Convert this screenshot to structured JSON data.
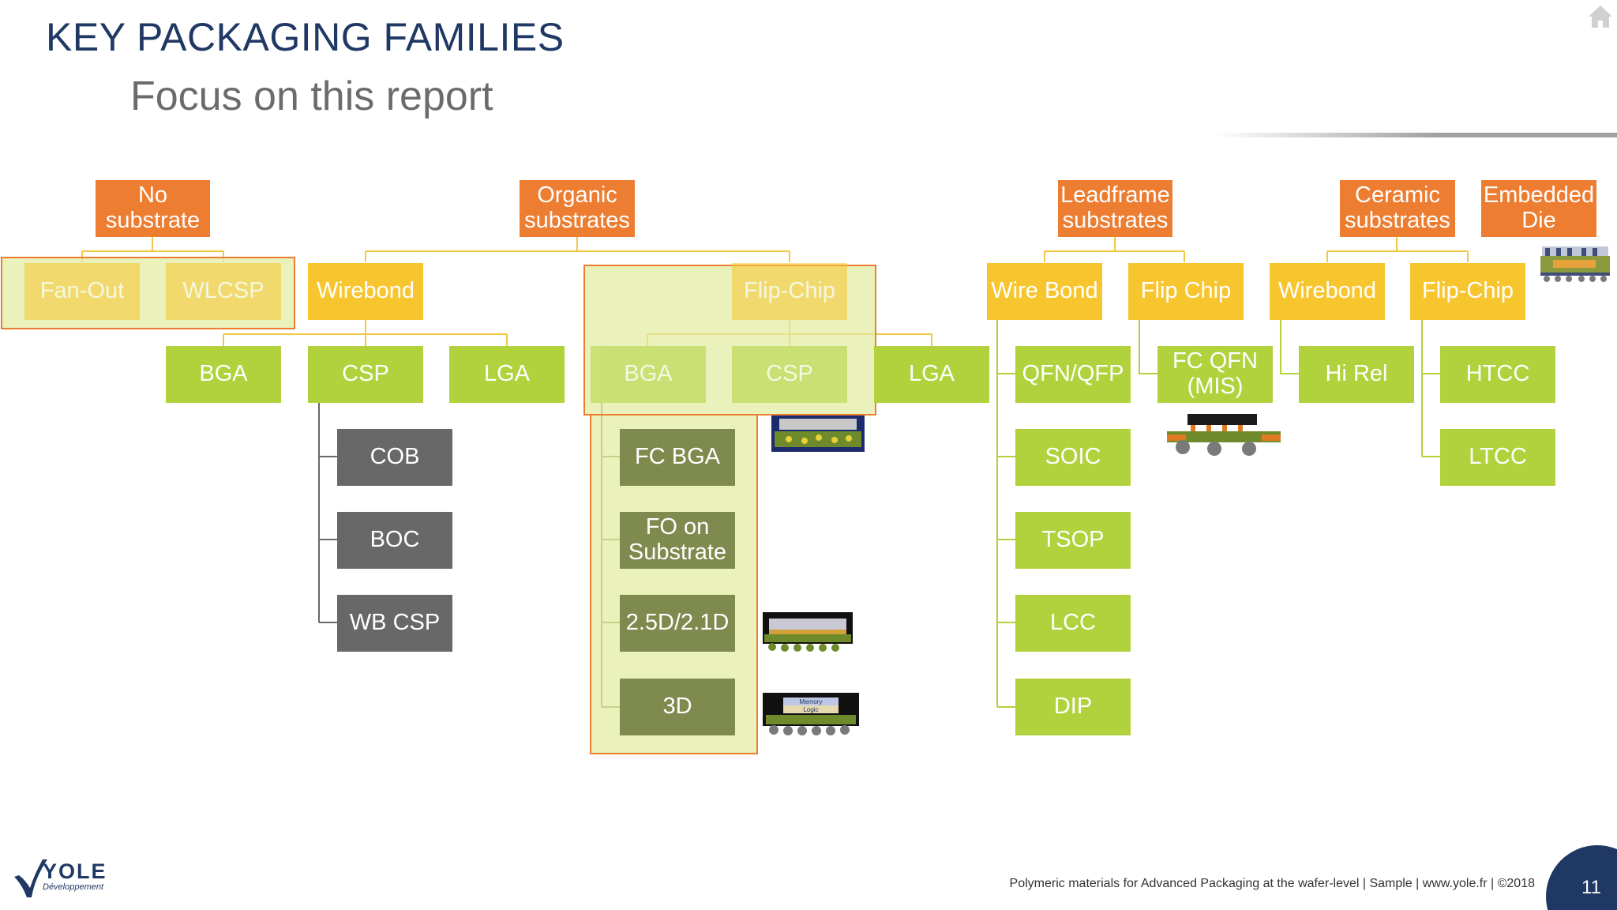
{
  "slide": {
    "title": "KEY PACKAGING FAMILIES",
    "subtitle": "Focus on this report",
    "footer": "Polymeric materials for Advanced Packaging at the wafer-level | Sample | www.yole.fr | ©2018",
    "page_number": "11",
    "logo": {
      "name": "YOLE",
      "tagline": "Développement"
    },
    "colors": {
      "title": "#1f3864",
      "category": "#ed7d31",
      "level1": "#f7c62f",
      "level2": "#b1d23c",
      "organic_leaf": "#7f8a4e",
      "wirebond_leaf": "#686868",
      "focus_fill": "#e2eca0",
      "connector": "#f2c744"
    }
  },
  "diagram": {
    "categories": {
      "no_substrate": "No substrate",
      "organic": "Organic substrates",
      "leadframe": "Leadframe substrates",
      "ceramic": "Ceramic substrates",
      "embedded": "Embedded Die"
    },
    "level1": {
      "fan_out": "Fan-Out",
      "wlcsp": "WLCSP",
      "wirebond_organic": "Wirebond",
      "flipchip_organic": "Flip-Chip",
      "wire_bond_lf": "Wire Bond",
      "flip_chip_lf": "Flip Chip",
      "wirebond_ceramic": "Wirebond",
      "flipchip_ceramic": "Flip-Chip"
    },
    "level2": {
      "wb_bga": "BGA",
      "wb_csp": "CSP",
      "wb_lga": "LGA",
      "fc_bga": "BGA",
      "fc_csp": "CSP",
      "fc_lga": "LGA",
      "qfn_qfp": "QFN/QFP",
      "soic": "SOIC",
      "tsop": "TSOP",
      "lcc": "LCC",
      "dip": "DIP",
      "fc_qfn": "FC QFN (MIS)",
      "hi_rel": "Hi Rel",
      "htcc": "HTCC",
      "ltcc": "LTCC"
    },
    "csp_children": [
      "COB",
      "BOC",
      "WB CSP"
    ],
    "fc_children": [
      "FC BGA",
      "FO on Substrate",
      "2.5D/2.1D",
      "3D"
    ],
    "package_illustration_labels": {
      "memory": "Memory",
      "logic": "Logic"
    }
  }
}
